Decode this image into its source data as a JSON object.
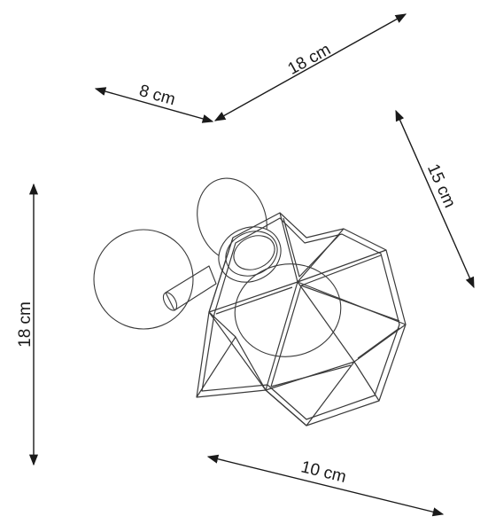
{
  "dimensions": {
    "depth_small": "8 cm",
    "width_top": "18 cm",
    "height_right": "15 cm",
    "height_left": "18 cm",
    "width_bottom": "10 cm"
  },
  "colors": {
    "line": "#1a1a1a",
    "background": "#ffffff"
  }
}
